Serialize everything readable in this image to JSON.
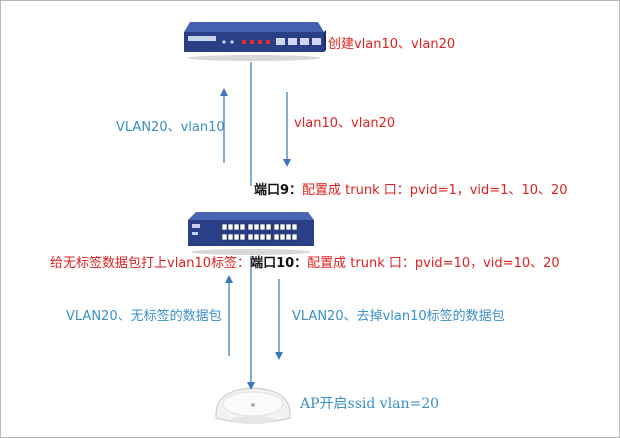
{
  "router": {
    "label": "创建vlan10、vlan20"
  },
  "uplink": {
    "up_label": "VLAN20、vlan10",
    "down_label": "vlan10、vlan20"
  },
  "switch": {
    "port9_name": "端口9：",
    "port9_desc": "配置成 trunk 口：pvid=1，vid=1、10、20",
    "port10_prefix": "给无标签数据包打上vlan10标签：",
    "port10_name": "端口10：",
    "port10_desc": "配置成 trunk 口：pvid=10，vid=10、20"
  },
  "downlink": {
    "up_label": "VLAN20、无标签的数据包",
    "down_label": "VLAN20、去掉vlan10标签的数据包"
  },
  "ap": {
    "label": "AP开启ssid vlan=20"
  },
  "colors": {
    "red_text": "#e02020",
    "blue_text": "#3a8fc8",
    "arrow": "#3a78b8",
    "device_blue": "#2a3f86"
  }
}
